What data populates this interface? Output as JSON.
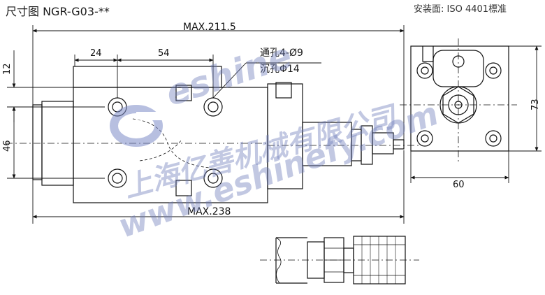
{
  "title": "尺寸图 NGR-G03-**",
  "mounting": "安装面: ISO 4401標准",
  "dimensions": {
    "overall_width_top": "MAX.211.5",
    "overall_width_bottom": "MAX.238",
    "dim_24": "24",
    "dim_54": "54",
    "dim_12": "12",
    "dim_46": "46",
    "dim_73": "73",
    "dim_60": "60"
  },
  "notes": {
    "through_hole": "通孔4-Ø9",
    "counterbore": "沉孔Φ14"
  },
  "watermark": {
    "brand": "eshine",
    "company": "上海亿善机械有限公司",
    "url": "www.eshinefy.com"
  }
}
